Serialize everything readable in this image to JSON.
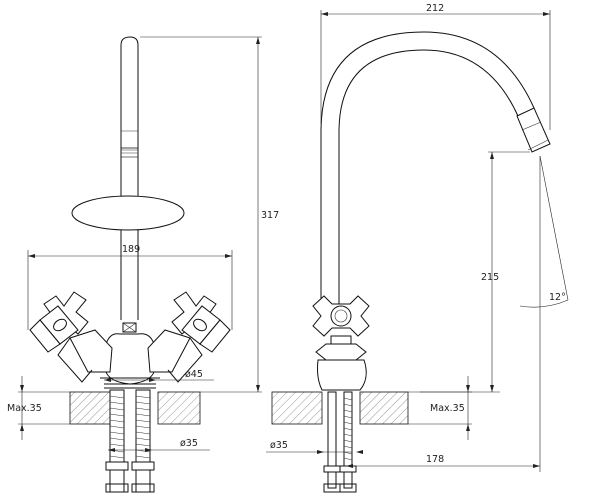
{
  "labels": {
    "top_width": "212",
    "total_height": "317",
    "handles_width": "189",
    "spout_height": "215",
    "angle": "12°",
    "base_dia": "ø45",
    "mount_left": "Max.35",
    "mount_right": "Max.35",
    "shank_left": "ø35",
    "shank_right": "ø35",
    "reach": "178"
  }
}
